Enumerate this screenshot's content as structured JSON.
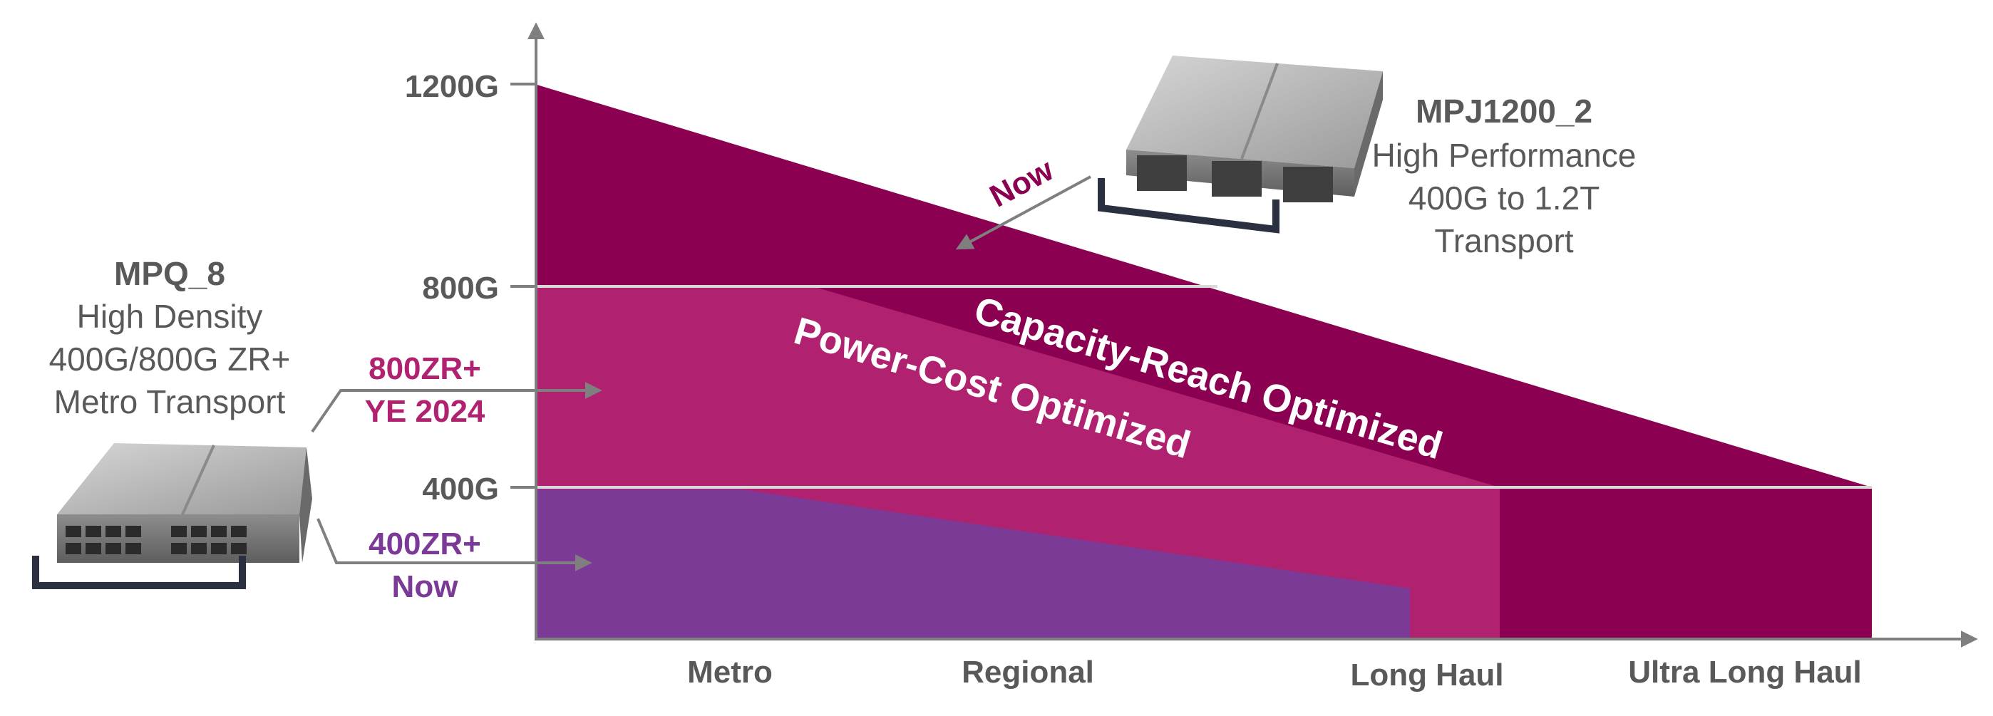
{
  "y_ticks": [
    "1200G",
    "800G",
    "400G"
  ],
  "x_categories": [
    "Metro",
    "Regional",
    "Long Haul",
    "Ultra Long Haul"
  ],
  "bands": {
    "capacity_reach": "Capacity-Reach Optimized",
    "power_cost": "Power-Cost Optimized"
  },
  "products": {
    "mpq": {
      "name": "MPQ_8",
      "desc": [
        "High Density",
        "400G/800G ZR+",
        "Metro Transport"
      ]
    },
    "mpj": {
      "name": "MPJ1200_2",
      "desc": [
        "High Performance",
        "400G to 1.2T",
        "Transport"
      ]
    }
  },
  "annotations": {
    "zr800": [
      "800ZR+",
      "YE 2024"
    ],
    "zr400": [
      "400ZR+",
      "Now"
    ],
    "mpj_now": "Now"
  },
  "colors": {
    "capacity_reach": "#8B0050",
    "power_cost": "#B0226F",
    "zr400_region": "#7B3A96",
    "zr800_text": "#B0226F",
    "zr400_text": "#7B3A96",
    "axis": "#7F7F7F",
    "text": "#595959"
  },
  "icons": [
    "transceiver-module-mpq-icon",
    "transceiver-module-mpj-icon"
  ]
}
